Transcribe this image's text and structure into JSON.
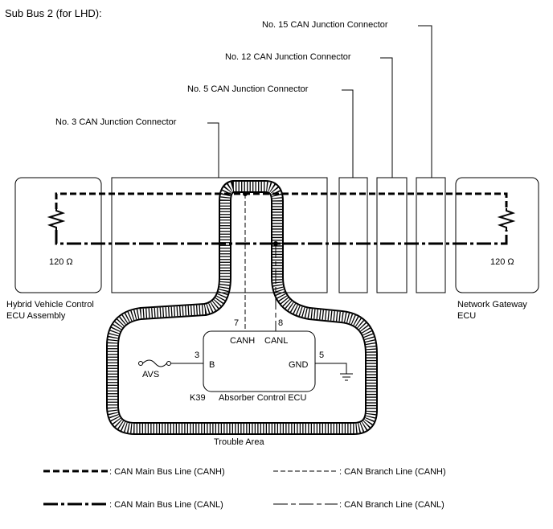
{
  "title": "Sub Bus 2 (for LHD):",
  "connectors": {
    "no15": "No. 15 CAN Junction Connector",
    "no12": "No. 12 CAN Junction Connector",
    "no5": "No. 5 CAN Junction Connector",
    "no3": "No. 3 CAN Junction Connector"
  },
  "left_ecu": {
    "name_line1": "Hybrid Vehicle Control",
    "name_line2": "ECU Assembly",
    "resistance": "120 Ω"
  },
  "right_ecu": {
    "name_line1": "Network Gateway",
    "name_line2": "ECU",
    "resistance": "120 Ω"
  },
  "absorber_ecu": {
    "code": "K39",
    "name": "Absorber Control ECU",
    "pin_canh_number": "7",
    "pin_canh_label": "CANH",
    "pin_canl_number": "8",
    "pin_canl_label": "CANL",
    "pin_b_number": "3",
    "pin_b_label": "B",
    "pin_gnd_number": "5",
    "pin_gnd_label": "GND",
    "power_source": "AVS"
  },
  "trouble_area": "Trouble Area",
  "legend": {
    "main_canh": ": CAN Main Bus Line (CANH)",
    "branch_canh": ": CAN Branch Line (CANH)",
    "main_canl": ": CAN Main Bus Line (CANL)",
    "branch_canl": ": CAN Branch Line (CANL)"
  }
}
